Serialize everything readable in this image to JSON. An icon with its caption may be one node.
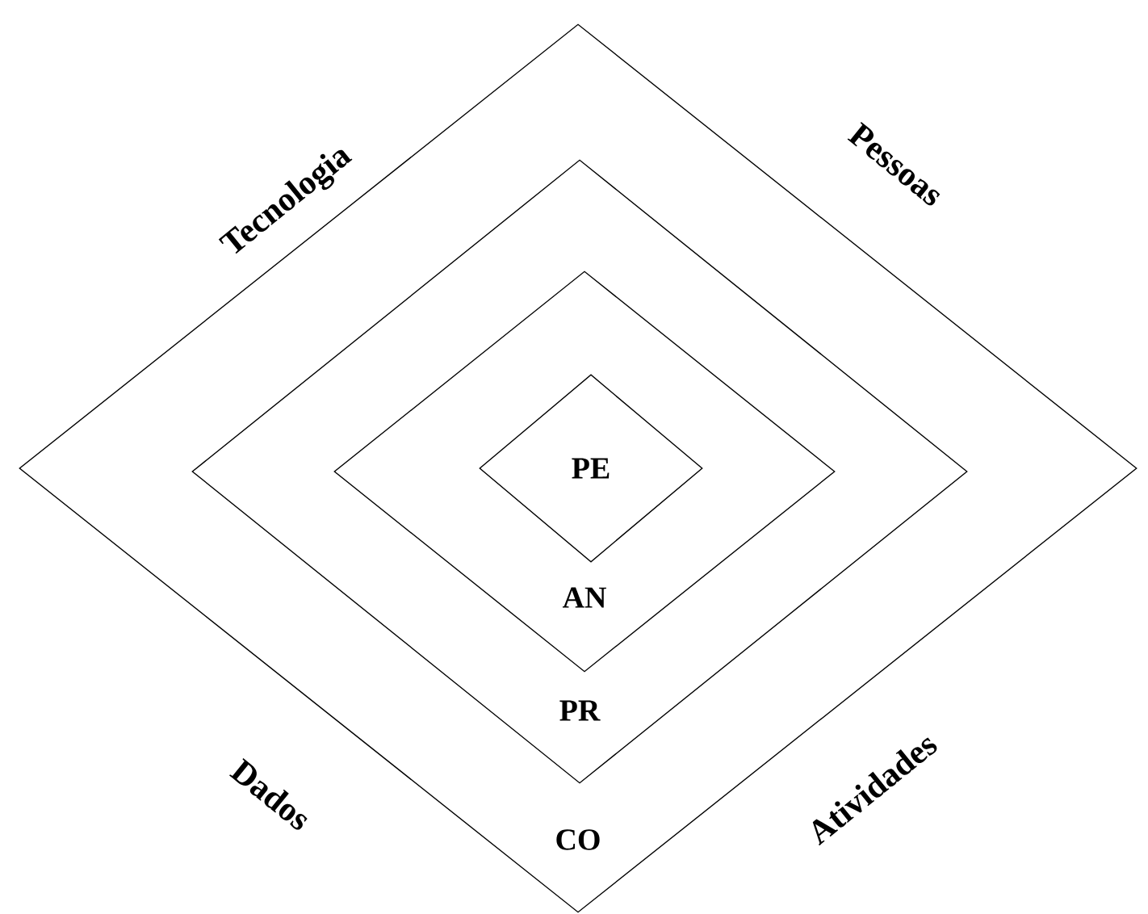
{
  "diagram": {
    "nodes": [
      {
        "text": [
          "CO"
        ]
      },
      {
        "text": [
          "PR"
        ],
        "in": 0
      },
      {
        "text": [
          "AN"
        ],
        "in": 1
      },
      {
        "text": [
          "PE"
        ],
        "in": 2
      }
    ],
    "labels": [
      "Tecnologia",
      "Pessoas",
      "Dados",
      "Atividades"
    ]
  }
}
